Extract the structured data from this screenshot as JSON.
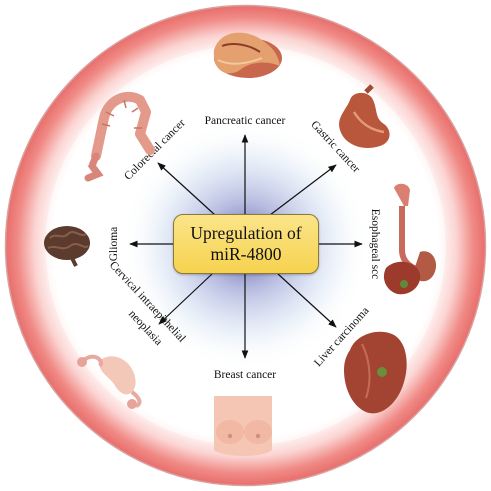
{
  "center": {
    "line1": "Upregulation of",
    "line2": "miR-4800"
  },
  "cancers": {
    "pancreatic": "Pancreatic cancer",
    "gastric": "Gastric cancer",
    "esophageal": "Esophageal scc",
    "liver": "Liver carcinoma",
    "breast": "Breast cancer",
    "cervical_line1": "Cervical intraepithelial",
    "cervical_line2": "neoplasia",
    "glioma": "Glioma",
    "colorectal": "Colorectal cancer"
  },
  "colors": {
    "ring": "#f08a86",
    "center_fill": "#f8dc6a",
    "arrow": "#111111",
    "glow": "#5a56a8"
  },
  "organ_icons": [
    "pancreas-icon",
    "stomach-icon",
    "esophagus-icon",
    "liver-icon-small",
    "liver-icon",
    "breast-icon",
    "uterus-icon",
    "brain-icon",
    "colon-icon"
  ]
}
